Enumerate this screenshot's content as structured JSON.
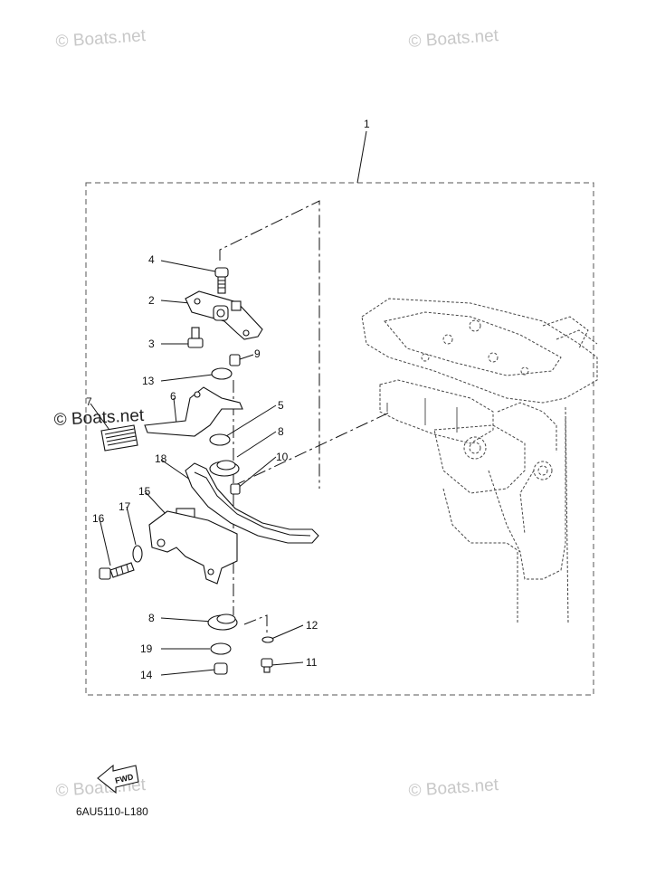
{
  "watermarks": {
    "tl": "© Boats.net",
    "tr": "© Boats.net",
    "ml": "© Boats.net",
    "bl": "© Boats.net",
    "br": "© Boats.net"
  },
  "diagram_code": "6AU5110-L180",
  "fwd_label": "FWD",
  "callouts": {
    "c1": "1",
    "c2": "2",
    "c3": "3",
    "c4": "4",
    "c5": "5",
    "c6": "6",
    "c7": "7",
    "c8a": "8",
    "c8b": "8",
    "c9": "9",
    "c10": "10",
    "c11": "11",
    "c12": "12",
    "c13": "13",
    "c14": "14",
    "c15": "15",
    "c16": "16",
    "c17": "17",
    "c18": "18",
    "c19": "19"
  }
}
